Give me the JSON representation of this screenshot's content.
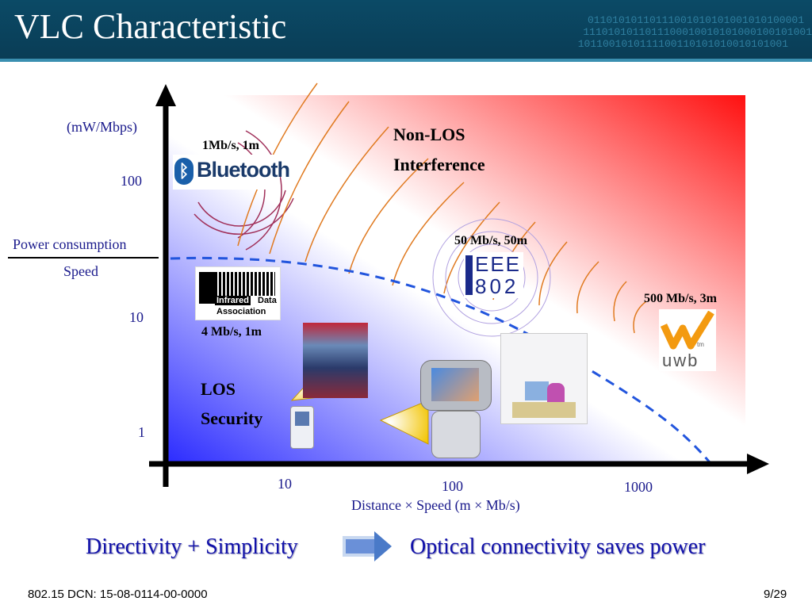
{
  "slide": {
    "title": "VLC Characteristic",
    "header_binary": [
      "01101010110111001010101001010100001",
      "1110101011011100010010101000100101001",
      "1011001010111100110101010010101001"
    ]
  },
  "chart": {
    "y_unit": "(mW/Mbps)",
    "y_label_top": "Power consumption",
    "y_label_bottom": "Speed",
    "y_ticks": [
      "100",
      "10",
      "1"
    ],
    "x_ticks": [
      "10",
      "100",
      "1000"
    ],
    "x_label": "Distance × Speed (m × Mb/s)"
  },
  "annotations": {
    "non_los": "Non-LOS",
    "interference": "Interference",
    "los": "LOS",
    "security": "Security",
    "bluetooth_rate": "1Mb/s, 1m",
    "irda_rate": "4 Mb/s, 1m",
    "ieee_rate": "50 Mb/s, 50m",
    "uwb_rate": "500 Mb/s, 3m"
  },
  "logos": {
    "bluetooth": "Bluetooth",
    "irda_line1": "Infrared",
    "irda_line2": "Data",
    "irda_line3": "Association",
    "ieee_line1": "EEE",
    "ieee_line2": "802",
    "uwb": "uwb",
    "uwb_tm": "tm"
  },
  "bottom": {
    "left": "Directivity + Simplicity",
    "right": "Optical connectivity saves power"
  },
  "footer": {
    "doc": "802.15 DCN: 15-08-0114-00-0000",
    "page": "9/29"
  },
  "colors": {
    "header": "#0a3c55",
    "gradient_red": "#ff1a1a",
    "gradient_blue": "#2222ff",
    "curve": "#2255dd",
    "arc_orange": "#e07a20",
    "arc_maroon": "#a0305a",
    "bottom_text": "#1111aa"
  }
}
